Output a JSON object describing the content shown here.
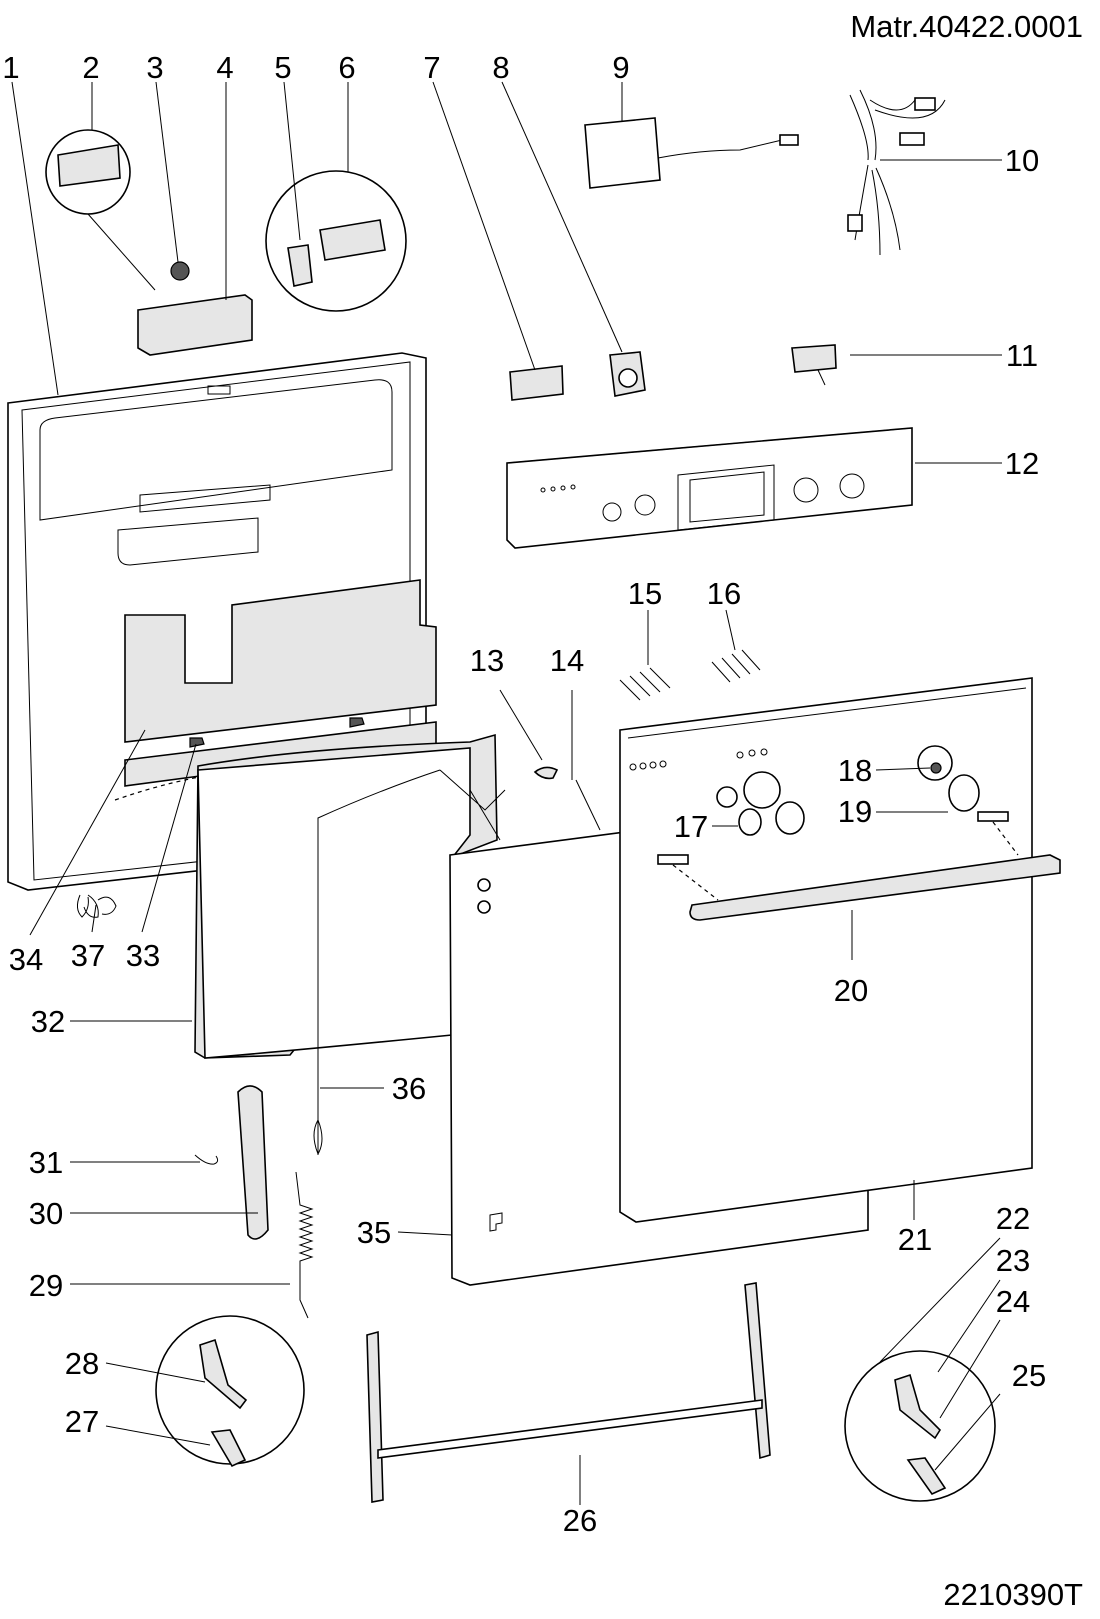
{
  "header": {
    "material_number": "Matr.40422.0001"
  },
  "footer": {
    "drawing_number": "2210390T"
  },
  "callouts": [
    "1",
    "2",
    "3",
    "4",
    "5",
    "6",
    "7",
    "8",
    "9",
    "10",
    "11",
    "12",
    "13",
    "14",
    "15",
    "16",
    "17",
    "18",
    "19",
    "20",
    "21",
    "22",
    "23",
    "24",
    "25",
    "26",
    "27",
    "28",
    "29",
    "30",
    "31",
    "32",
    "33",
    "34",
    "35",
    "36",
    "37"
  ]
}
